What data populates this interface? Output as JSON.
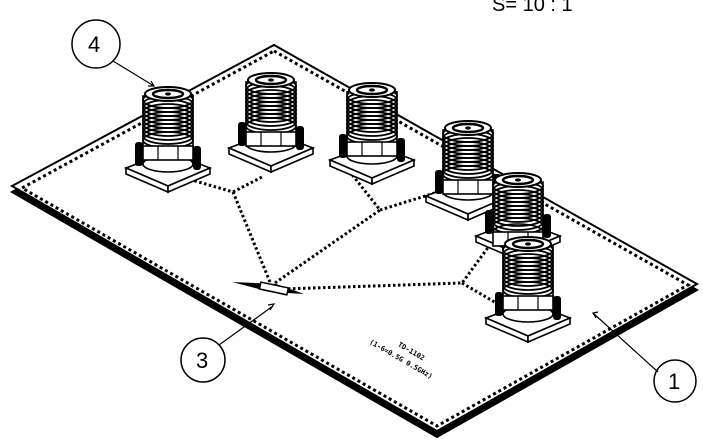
{
  "scale_label": "S= 10 : 1",
  "callouts": [
    {
      "id": "1",
      "label": "1"
    },
    {
      "id": "3",
      "label": "3"
    },
    {
      "id": "4",
      "label": "4"
    }
  ],
  "board_marking": {
    "line1": "TD-1102",
    "line2": "(1-6=0.5G 0.5GHz)"
  },
  "colors": {
    "ink": "#000000",
    "paper": "#ffffff"
  }
}
